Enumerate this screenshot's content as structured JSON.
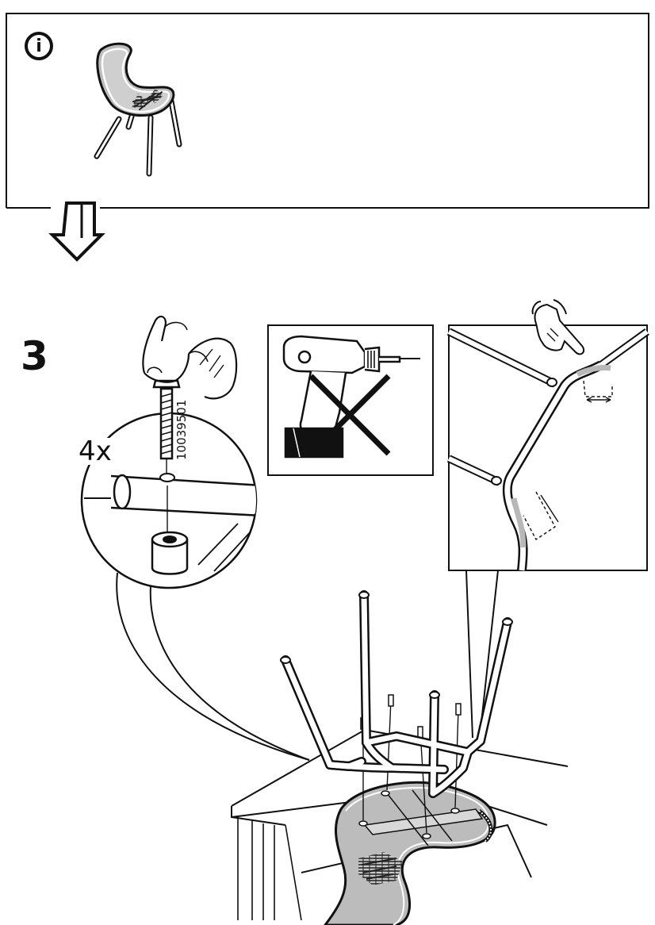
{
  "info_panel": {
    "icon": "info-icon",
    "icon_glyph": "i"
  },
  "step": {
    "number": "3",
    "quantity": "4x",
    "part_number": "10039501"
  },
  "icons": {
    "arrow": "down-arrow-icon",
    "drill": "power-drill-icon",
    "prohibited": "x-cross-icon",
    "hand": "pointing-hand-icon"
  },
  "colors": {
    "line": "#111111",
    "seat_fill": "#bdbdbd",
    "highlight": "#b8b8b8"
  }
}
